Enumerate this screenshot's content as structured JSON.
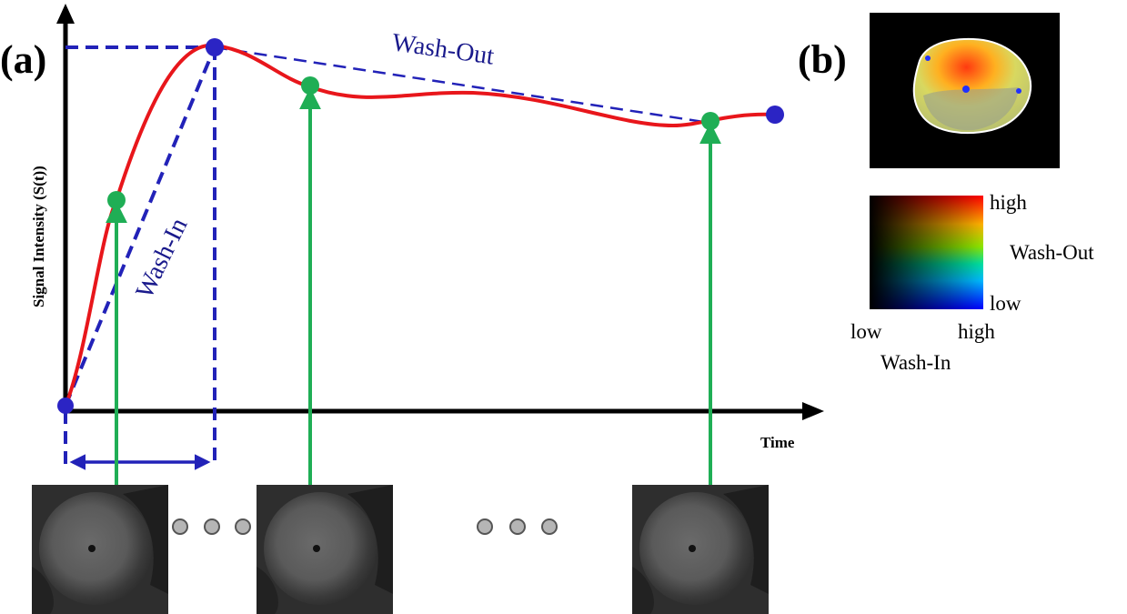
{
  "panel_a": {
    "label": "(a)",
    "y_axis_label": "Signal Intensity (S(t))",
    "x_axis_label": "Time",
    "wash_in_label": "Wash-In",
    "wash_out_label": "Wash-Out"
  },
  "panel_b": {
    "label": "(b)",
    "colorbar_labels": {
      "high_top": "high",
      "wash_out": "Wash-Out",
      "low_right": "low",
      "low_bottom": "low",
      "high_bottom": "high",
      "wash_in": "Wash-In"
    }
  },
  "colors": {
    "curve": "#e8161b",
    "dashed": "#2222b8",
    "annotation_text": "#1a1a8c",
    "sample_points": "#1fae55",
    "sample_arrows": "#1fae55",
    "key_points": "#2b24c4"
  },
  "icons": {
    "mri_thumbnail": "mri-slice-image",
    "ellipsis": "gray-dots-ellipsis",
    "tumor_map": "wash-in-wash-out-parametric-map"
  }
}
